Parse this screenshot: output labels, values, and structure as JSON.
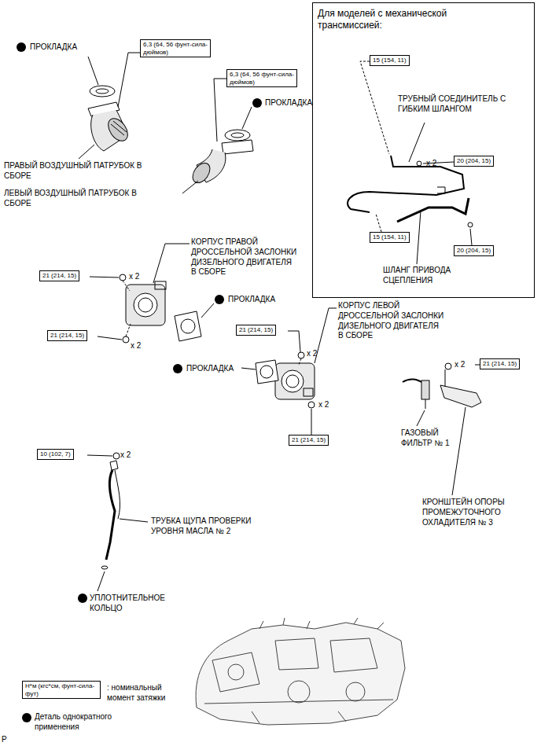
{
  "diagram": {
    "nodes": [
      {
        "text": [
          "6,3 (64, 56 фунт-сила-дюймов)"
        ]
      },
      {
        "text": [
          "6,3 (64, 56 фунт-сила-дюймов)"
        ]
      },
      {
        "text": [
          "Для моделей с механической трансмиссией:"
        ]
      },
      {
        "text": [
          "15 (154, 11)"
        ],
        "in": 2
      },
      {
        "text": [
          "20 (204, 15)"
        ],
        "in": 2
      },
      {
        "text": [
          "15 (154, 11)"
        ],
        "in": 2
      },
      {
        "text": [
          "20 (204, 15)"
        ],
        "in": 2
      },
      {
        "text": [
          "21 (214, 15)"
        ]
      },
      {
        "text": [
          "21 (214, 15)"
        ]
      },
      {
        "text": [
          "21 (214, 15)"
        ]
      },
      {
        "text": [
          "21 (214, 15)"
        ]
      },
      {
        "text": [
          "21 (214, 15)"
        ]
      },
      {
        "text": [
          "10 (102, 7)"
        ]
      },
      {
        "text": [
          "Н*м (кгс*см, фунт-сила-фут)"
        ]
      }
    ],
    "labels": [
      "ПРОКЛАДКА",
      "ПРАВЫЙ ВОЗДУШНЫЙ ПАТРУБОК В СБОРЕ",
      "ЛЕВЫЙ ВОЗДУШНЫЙ ПАТРУБОК В СБОРЕ",
      "ПРОКЛАДКА",
      "ТРУБНЫЙ СОЕДИНИТЕЛЬ С ГИБКИМ ШЛАНГОМ",
      "x 2",
      "ШЛАНГ ПРИВОДА СЦЕПЛЕНИЯ",
      "КОРПУС ПРАВОЙ ДРОССЕЛЬНОЙ ЗАСЛОНКИ ДИЗЕЛЬНОГО ДВИГАТЕЛЯ В СБОРЕ",
      "x 2",
      "ПРОКЛАДКА",
      "x 2",
      "КОРПУС ЛЕВОЙ ДРОССЕЛЬНОЙ ЗАСЛОНКИ ДИЗЕЛЬНОГО ДВИГАТЕЛЯ В СБОРЕ",
      "x 2",
      "ПРОКЛАДКА",
      "x 2",
      "x 2",
      "ГАЗОВЫЙ ФИЛЬТР № 1",
      "КРОНШТЕЙН ОПОРЫ ПРОМЕЖУТОЧНОГО ОХЛАДИТЕЛЯ № 3",
      "x 2",
      "ТРУБКА ЩУПА ПРОВЕРКИ УРОВНЯ МАСЛА № 2",
      "УПЛОТНИТЕЛЬНОЕ КОЛЬЦО",
      ": номинальный момент затяжки",
      "P"
    ],
    "legend": [
      {
        "text": "Деталь однократного применения",
        "color": "#000000"
      }
    ]
  }
}
